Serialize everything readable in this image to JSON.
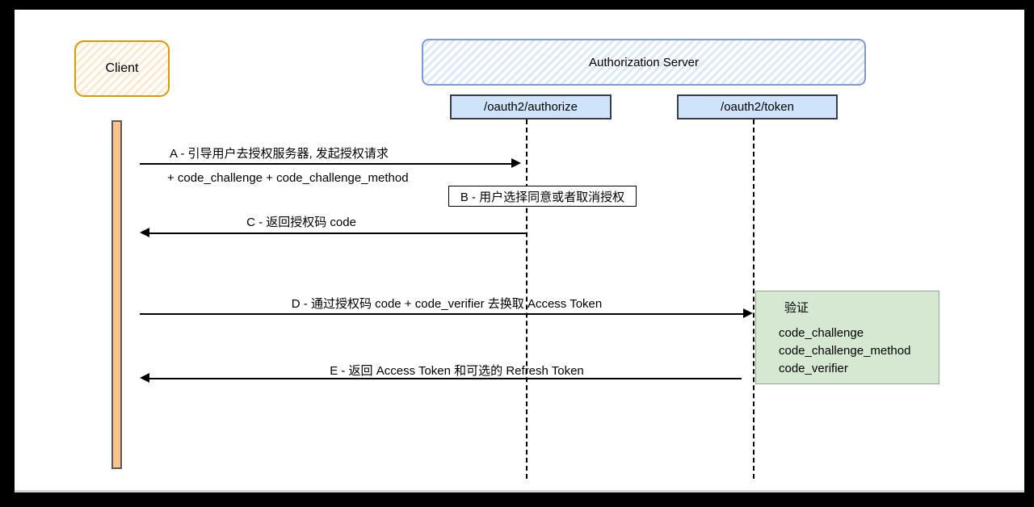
{
  "actors": {
    "client": "Client",
    "auth_server": "Authorization Server",
    "authorize_endpoint": "/oauth2/authorize",
    "token_endpoint": "/oauth2/token"
  },
  "messages": {
    "a": {
      "label": "A - 引导用户去授权服务器, 发起授权请求",
      "sublabel": "+ code_challenge + code_challenge_method"
    },
    "b": {
      "label": "B - 用户选择同意或者取消授权"
    },
    "c": {
      "label": "C - 返回授权码 code"
    },
    "d": {
      "label": "D - 通过授权码 code + code_verifier 去换取 Access Token"
    },
    "e": {
      "label": "E - 返回 Access Token 和可选的 Refresh Token"
    }
  },
  "note": {
    "title": "验证",
    "items": [
      "code_challenge",
      "code_challenge_method",
      "code_verifier"
    ]
  },
  "colors": {
    "client_border": "#d79b00",
    "client_hatch": "#ffe9d1",
    "server_border": "#7b9bd2",
    "server_hatch": "#dde8f9",
    "endpoint_fill": "#cfe4fb",
    "endpoint_border": "#373d47",
    "activation_fill": "#fac28c",
    "note_fill": "#d6e8d2",
    "note_border": "#93ab8c",
    "line": "#000000"
  }
}
